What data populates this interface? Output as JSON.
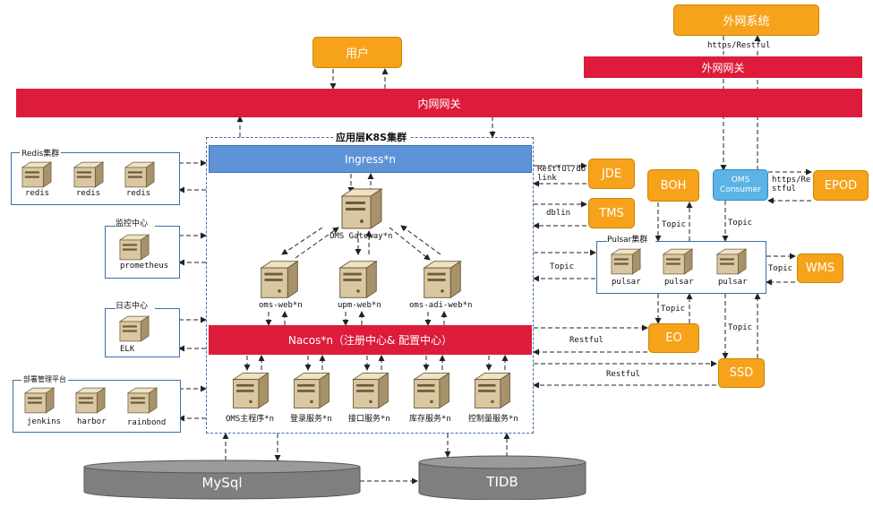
{
  "nodes": {
    "external_system": "外网系统",
    "external_gateway": "外网网关",
    "user": "用户",
    "internal_gateway": "内网网关",
    "app_cluster": "应用层K8S集群",
    "ingress": "Ingress*n",
    "nacos": "Nacos*n（注册中心& 配置中心）",
    "mysql": "MySql",
    "tidb": "TIDB",
    "jde": "JDE",
    "tms": "TMS",
    "boh": "BOH",
    "oms_consumer": "OMS Consumer",
    "epod": "EPOD",
    "wms": "WMS",
    "eo": "EO",
    "ssd": "SSD"
  },
  "servers": {
    "oms_gateway": "OMS Gateway*n",
    "oms_web": "oms-web*n",
    "upm_web": "upm-web*n",
    "oms_adi_web": "oms-adi-web*n",
    "oms_main": "OMS主程序*n",
    "login_service": "登录服务*n",
    "interface_service": "接口服务*n",
    "inventory_service": "库存服务*n",
    "quota_service": "控制量服务*n"
  },
  "groups": {
    "redis": {
      "title": "Redis集群",
      "items": [
        "redis",
        "redis",
        "redis"
      ]
    },
    "monitor": {
      "title": "监控中心",
      "items": [
        "prometheus"
      ]
    },
    "log": {
      "title": "日志中心",
      "items": [
        "ELK"
      ]
    },
    "deploy": {
      "title": "部署管理平台",
      "items": [
        "jenkins",
        "harbor",
        "rainbond"
      ]
    },
    "pulsar": {
      "title": "Pulsar集群",
      "items": [
        "pulsar",
        "pulsar",
        "pulsar"
      ]
    }
  },
  "edges": {
    "https_restful": "https/Restful",
    "restful_dblink": "Restful/dblink",
    "dblin": "dblin",
    "topic_boh": "Topic",
    "topic_consumer": "Topic",
    "topic_app": "Topic",
    "topic_wms": "Topic",
    "topic_eo": "Topic",
    "topic_ssd": "Topic",
    "https_restful_epod": "https/Restful",
    "restful_eo": "Restful",
    "restful_ssd": "Restful"
  }
}
